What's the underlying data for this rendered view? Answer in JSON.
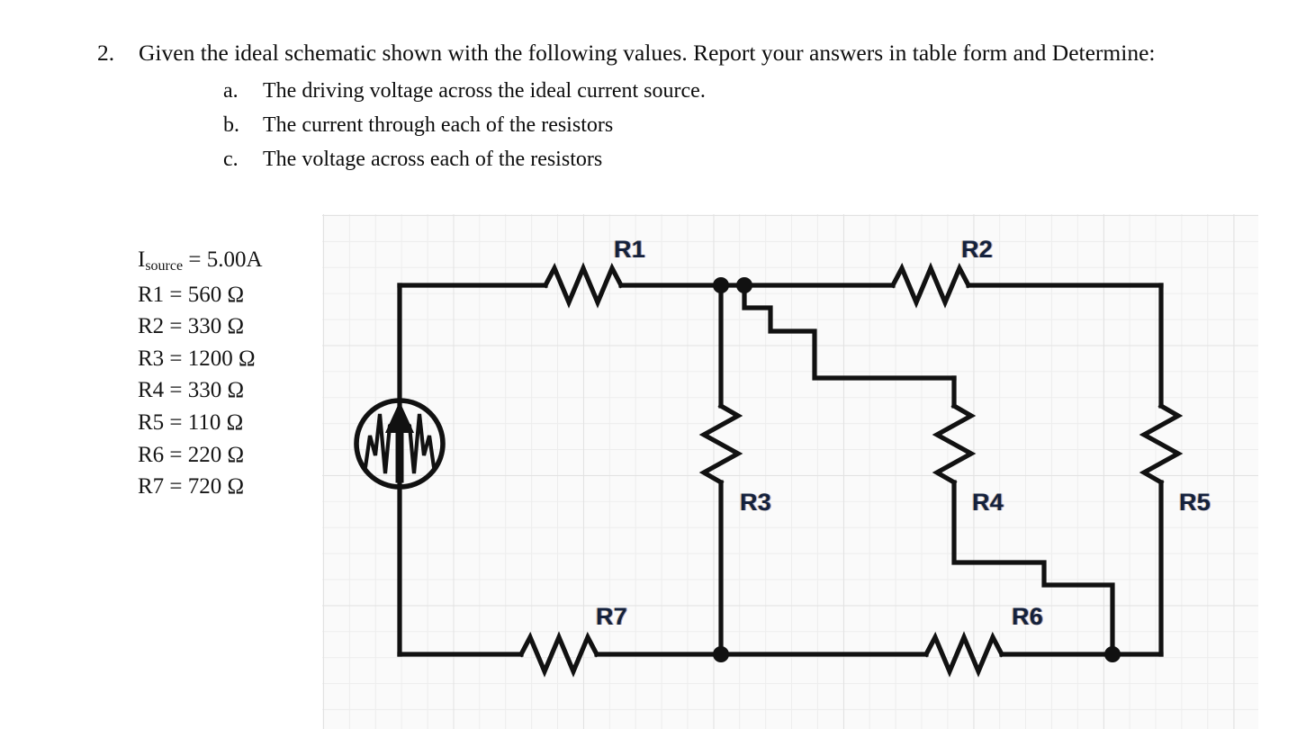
{
  "question": {
    "number": "2.",
    "text": "Given the ideal schematic shown with the following values.  Report your answers in table form and Determine:",
    "subitems": [
      {
        "marker": "a.",
        "text": "The driving voltage across the ideal current source."
      },
      {
        "marker": "b.",
        "text": "The current through each of the resistors"
      },
      {
        "marker": "c.",
        "text": "The voltage across each of the resistors"
      }
    ]
  },
  "values": {
    "source_label": "I",
    "source_subscript": "source",
    "source_value": " = 5.00A",
    "resistors": [
      {
        "line": "R1 = 560 Ω"
      },
      {
        "line": "R2 = 330 Ω"
      },
      {
        "line": "R3 = 1200 Ω"
      },
      {
        "line": "R4 = 330 Ω"
      },
      {
        "line": "R5 = 110 Ω"
      },
      {
        "line": "R6 = 220 Ω"
      },
      {
        "line": "R7 = 720 Ω"
      }
    ]
  },
  "schematic": {
    "labels": {
      "r1": "R1",
      "r2": "R2",
      "r3": "R3",
      "r4": "R4",
      "r5": "R5",
      "r6": "R6",
      "r7": "R7"
    },
    "colors": {
      "wire": "#111111",
      "label": "#14213d",
      "grid_minor": "#ededed",
      "grid_major": "#e2e2e2",
      "panel_bg": "#fafafa"
    },
    "components": [
      {
        "id": "current-source",
        "type": "ideal-current-source",
        "orientation": "vertical",
        "value": "5.00A"
      },
      {
        "id": "R1",
        "type": "resistor",
        "orientation": "horizontal",
        "value": "560 Ω"
      },
      {
        "id": "R2",
        "type": "resistor",
        "orientation": "horizontal",
        "value": "330 Ω"
      },
      {
        "id": "R3",
        "type": "resistor",
        "orientation": "vertical",
        "value": "1200 Ω"
      },
      {
        "id": "R4",
        "type": "resistor",
        "orientation": "vertical",
        "value": "330 Ω"
      },
      {
        "id": "R5",
        "type": "resistor",
        "orientation": "vertical",
        "value": "110 Ω"
      },
      {
        "id": "R6",
        "type": "resistor",
        "orientation": "horizontal",
        "value": "220 Ω"
      },
      {
        "id": "R7",
        "type": "resistor",
        "orientation": "horizontal",
        "value": "720 Ω"
      }
    ]
  }
}
